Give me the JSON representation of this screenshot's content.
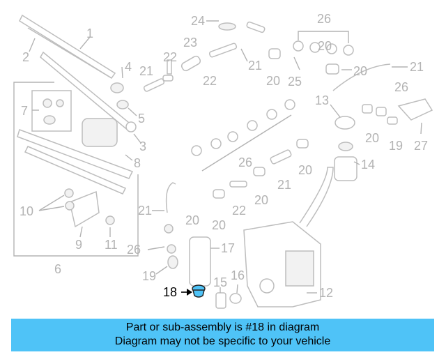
{
  "callouts": {
    "c1": "1",
    "c2": "2",
    "c3": "3",
    "c4": "4",
    "c5": "5",
    "c6": "6",
    "c7": "7",
    "c8": "8",
    "c9": "9",
    "c10": "10",
    "c11": "11",
    "c12": "12",
    "c13": "13",
    "c14": "14",
    "c15": "15",
    "c16": "16",
    "c17": "17",
    "c18": "18",
    "c19a": "19",
    "c19b": "19",
    "c20a": "20",
    "c20b": "20",
    "c20c": "20",
    "c20d": "20",
    "c20e": "20",
    "c20f": "20",
    "c20g": "20",
    "c20h": "20",
    "c21a": "21",
    "c21b": "21",
    "c21c": "21",
    "c21d": "21",
    "c21e": "21",
    "c22a": "22",
    "c22b": "22",
    "c22c": "22",
    "c23": "23",
    "c24": "24",
    "c25": "25",
    "c26a": "26",
    "c26b": "26",
    "c26c": "26",
    "c26d": "26",
    "c27": "27"
  },
  "highlight": {
    "part_number": "18",
    "color": "#4fc3f7"
  },
  "banner": {
    "line1": "Part or sub-assembly is #18 in diagram",
    "line2": "Diagram may not be specific to your vehicle",
    "color": "#4fc3f7"
  }
}
